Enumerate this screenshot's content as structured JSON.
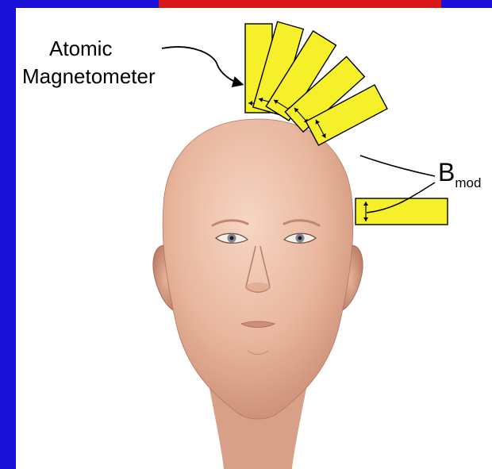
{
  "labels": {
    "magnetometer_line1": "Atomic",
    "magnetometer_line2": "Magnetometer",
    "field_main": "B",
    "field_sub": "mod"
  },
  "colors": {
    "frame": "#1a10d8",
    "accent_stripe": "#d81818",
    "sensor_fill": "#f6f02a",
    "skin": "#e8b49a"
  }
}
